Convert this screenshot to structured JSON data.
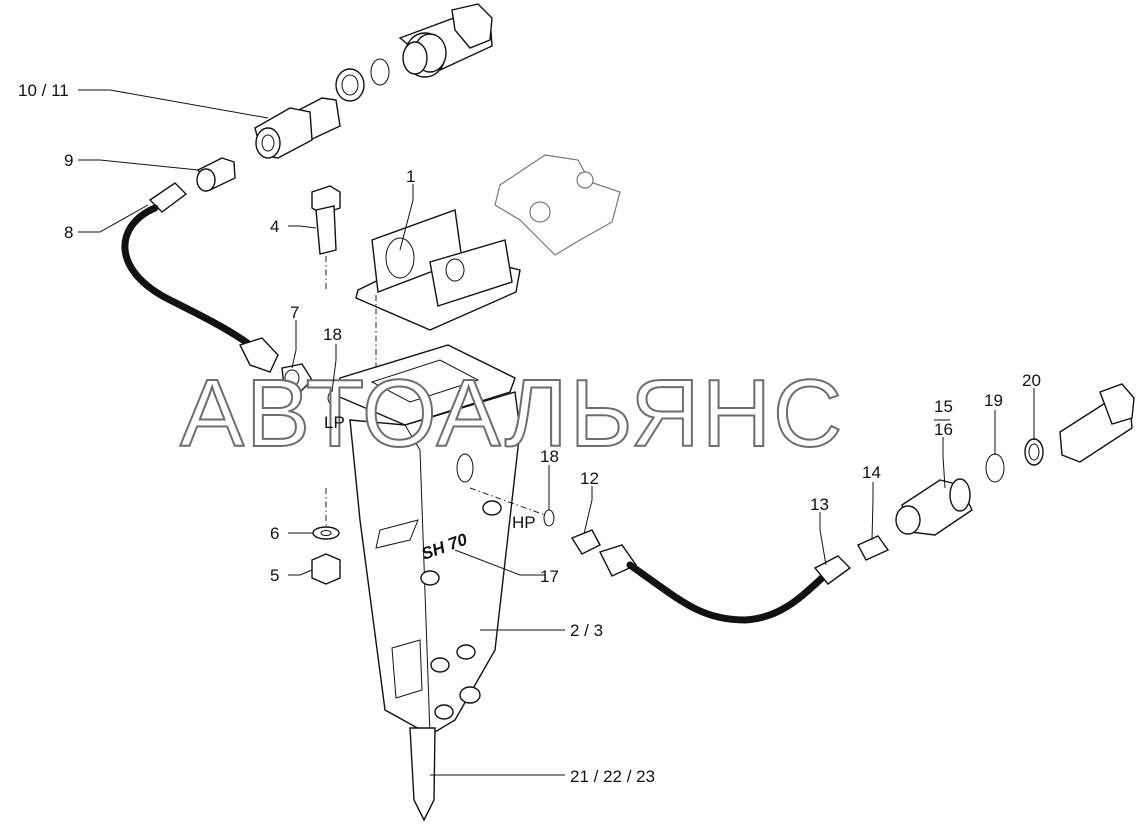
{
  "watermark": "АВТОАЛЬЯНС",
  "labels": {
    "p10_11": "10 / 11",
    "p9": "9",
    "p8": "8",
    "p4": "4",
    "p1": "1",
    "p7": "7",
    "p18a": "18",
    "lp": "LP",
    "p6": "6",
    "p5": "5",
    "p18b": "18",
    "hp": "HP",
    "p12": "12",
    "p17": "17",
    "p2_3": "2 / 3",
    "p13": "13",
    "p14": "14",
    "p15": "15",
    "p16": "16",
    "p19": "19",
    "p20": "20",
    "p21_23": "21 / 22 / 23",
    "body_mark": "SH 70"
  }
}
